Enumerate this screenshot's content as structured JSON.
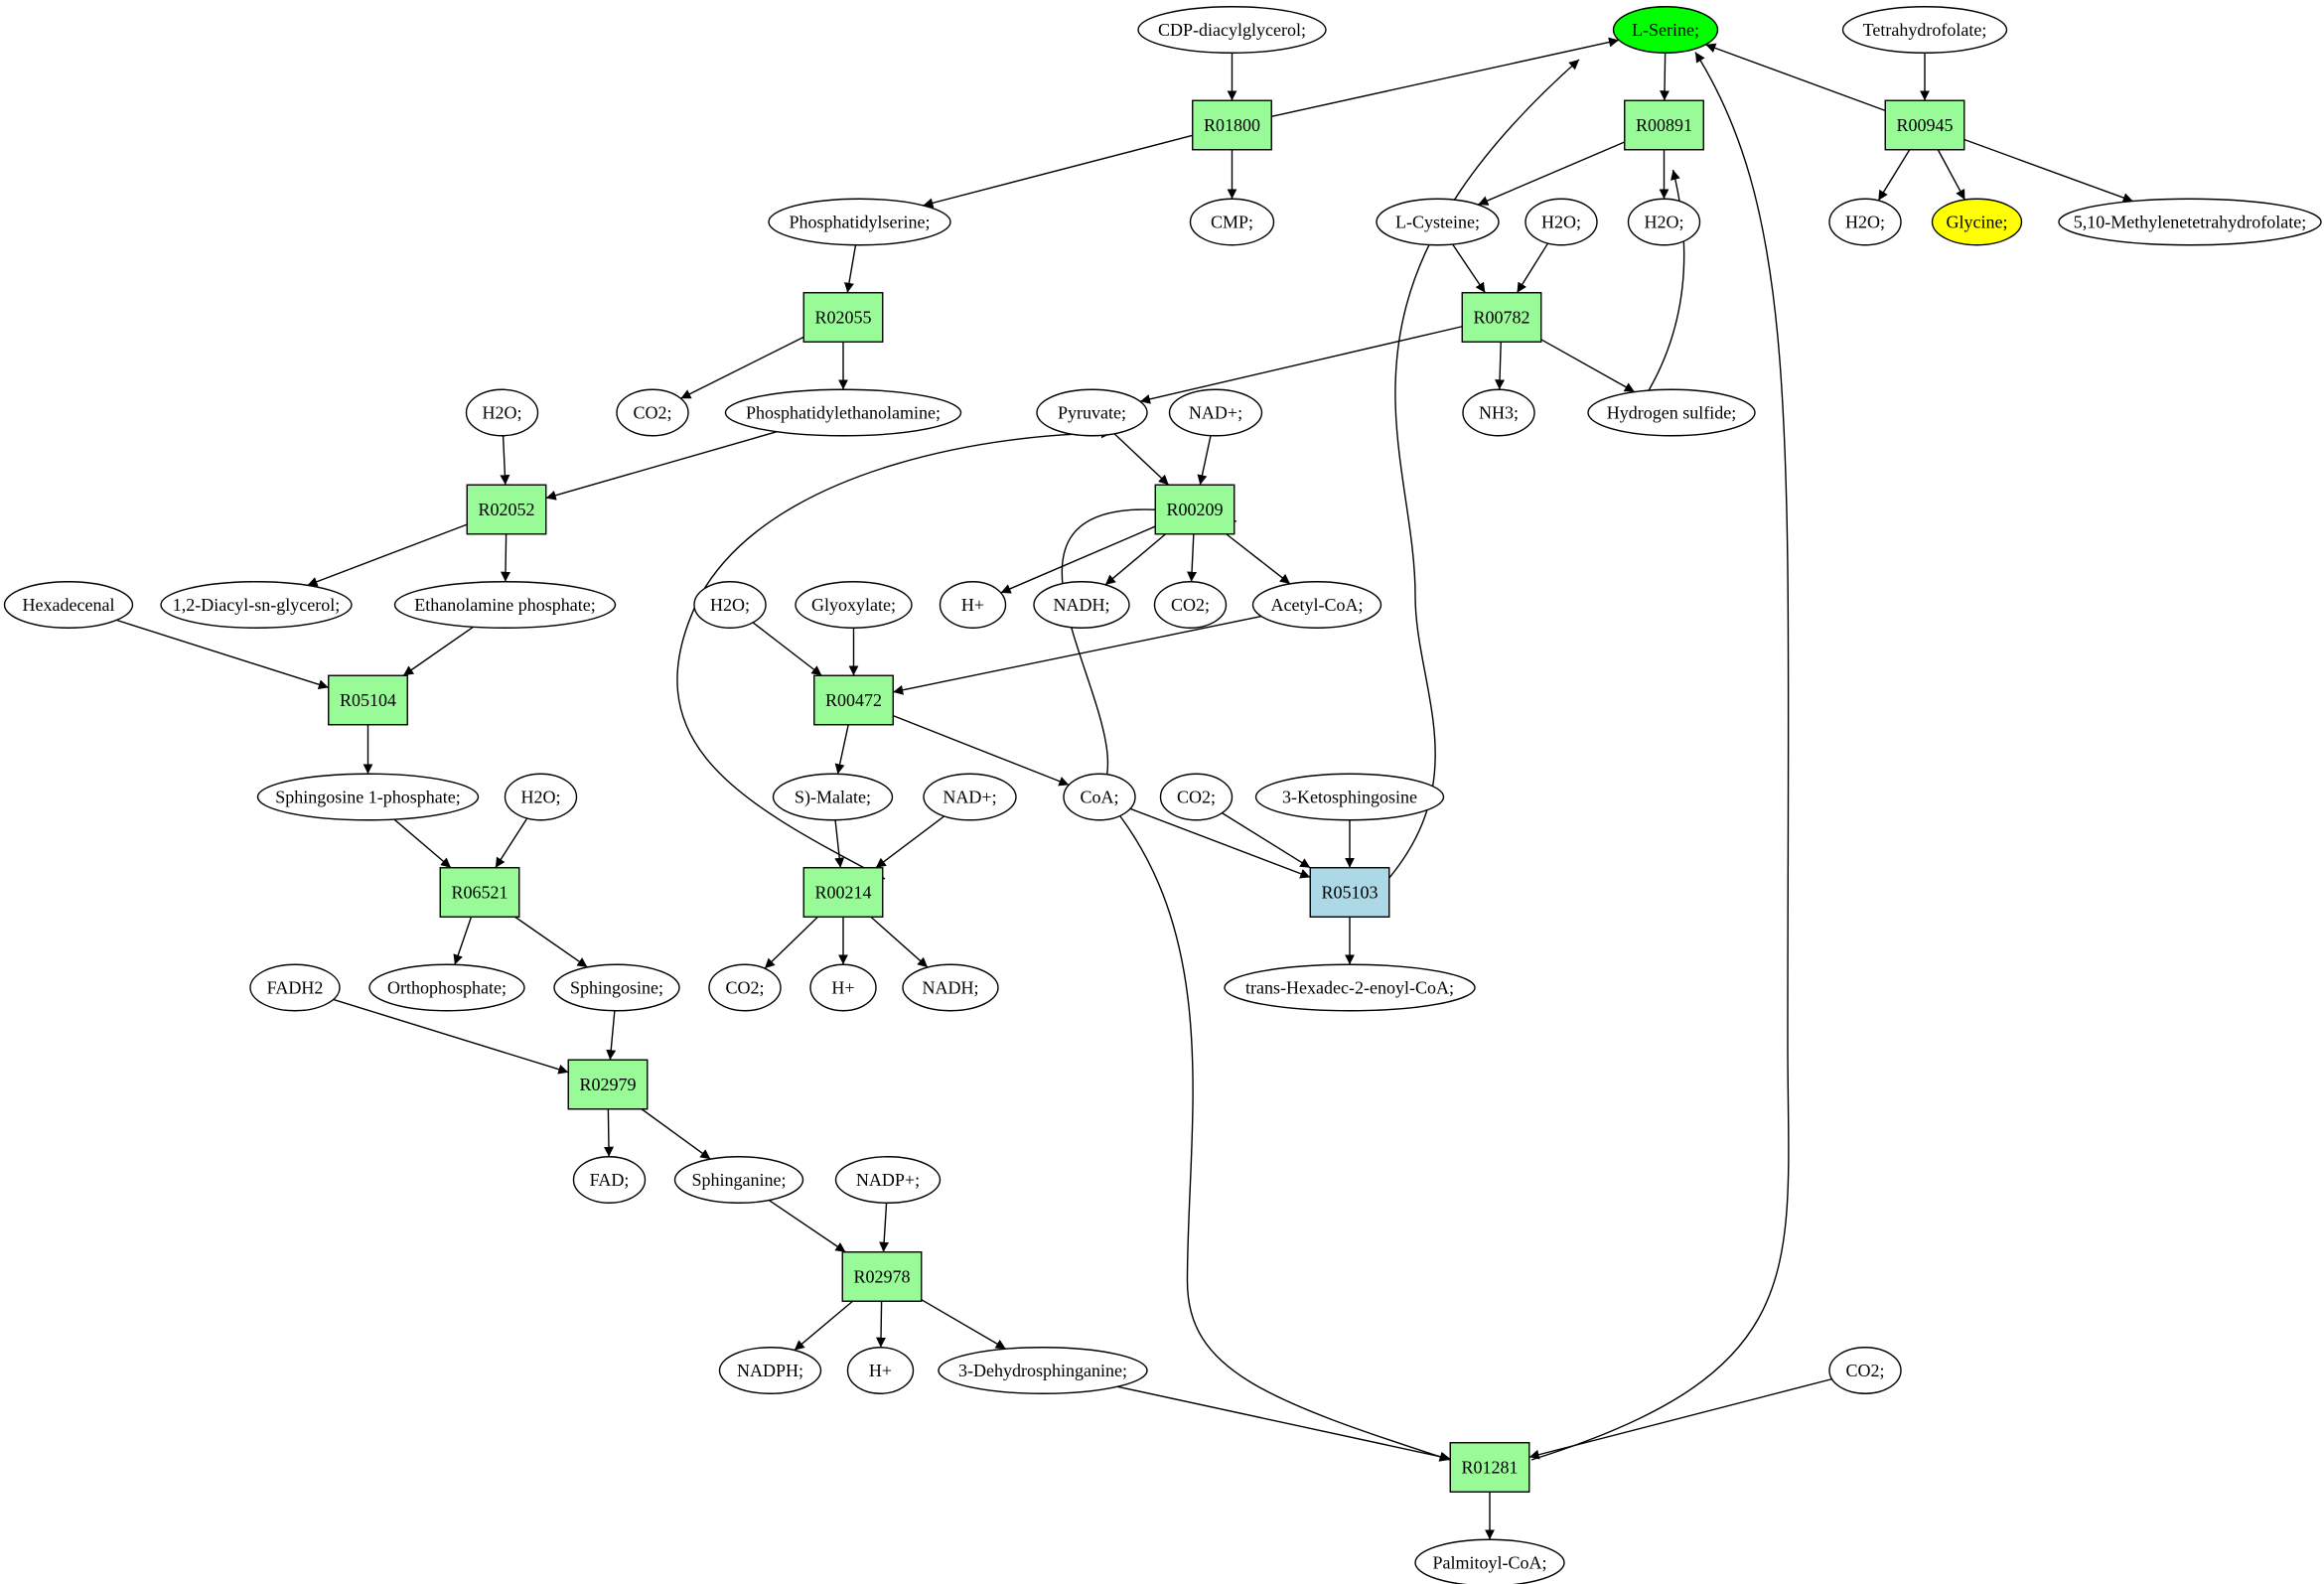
{
  "colors": {
    "reaction": "#98fb98",
    "reaction_highlight": "#add8e6",
    "source_compound": "#00ff00",
    "target_compound": "#ffff00",
    "compound": "#ffffff",
    "stroke": "#000000"
  },
  "reactions": [
    {
      "id": "R01800",
      "label": "R01800"
    },
    {
      "id": "R00891",
      "label": "R00891"
    },
    {
      "id": "R00945",
      "label": "R00945"
    },
    {
      "id": "R02055",
      "label": "R02055"
    },
    {
      "id": "R00782",
      "label": "R00782"
    },
    {
      "id": "R02052",
      "label": "R02052"
    },
    {
      "id": "R00209",
      "label": "R00209"
    },
    {
      "id": "R05104",
      "label": "R05104"
    },
    {
      "id": "R00472",
      "label": "R00472"
    },
    {
      "id": "R06521",
      "label": "R06521"
    },
    {
      "id": "R00214",
      "label": "R00214"
    },
    {
      "id": "R05103",
      "label": "R05103",
      "highlight": true
    },
    {
      "id": "R02979",
      "label": "R02979"
    },
    {
      "id": "R02978",
      "label": "R02978"
    },
    {
      "id": "R01281",
      "label": "R01281"
    }
  ],
  "compounds": [
    {
      "id": "cdp",
      "label": "CDP-diacylglycerol;"
    },
    {
      "id": "serine",
      "label": "L-Serine;",
      "role": "source"
    },
    {
      "id": "thf",
      "label": "Tetrahydrofolate;"
    },
    {
      "id": "ps",
      "label": "Phosphatidylserine;"
    },
    {
      "id": "cmp",
      "label": "CMP;"
    },
    {
      "id": "cys",
      "label": "L-Cysteine;"
    },
    {
      "id": "h2o_a",
      "label": "H2O;"
    },
    {
      "id": "h2o_b",
      "label": "H2O;"
    },
    {
      "id": "h2o_c",
      "label": "H2O;"
    },
    {
      "id": "gly",
      "label": "Glycine;",
      "role": "target"
    },
    {
      "id": "mthf",
      "label": "5,10-Methylenetetrahydrofolate;"
    },
    {
      "id": "h2o_d",
      "label": "H2O;"
    },
    {
      "id": "co2_a",
      "label": "CO2;"
    },
    {
      "id": "pe",
      "label": "Phosphatidylethanolamine;"
    },
    {
      "id": "pyr",
      "label": "Pyruvate;"
    },
    {
      "id": "nad_a",
      "label": "NAD+;"
    },
    {
      "id": "nh3",
      "label": "NH3;"
    },
    {
      "id": "h2s",
      "label": "Hydrogen sulfide;"
    },
    {
      "id": "hexa",
      "label": "Hexadecenal"
    },
    {
      "id": "dag",
      "label": "1,2-Diacyl-sn-glycerol;"
    },
    {
      "id": "etnp",
      "label": "Ethanolamine phosphate;"
    },
    {
      "id": "h2o_e",
      "label": "H2O;"
    },
    {
      "id": "glyox",
      "label": "Glyoxylate;"
    },
    {
      "id": "hplus_a",
      "label": "H+"
    },
    {
      "id": "nadh_a",
      "label": "NADH;"
    },
    {
      "id": "co2_b",
      "label": "CO2;"
    },
    {
      "id": "acoa",
      "label": "Acetyl-CoA;"
    },
    {
      "id": "s1p",
      "label": "Sphingosine 1-phosphate;"
    },
    {
      "id": "h2o_f",
      "label": "H2O;"
    },
    {
      "id": "mal",
      "label": "S)-Malate;"
    },
    {
      "id": "nad_b",
      "label": "NAD+;"
    },
    {
      "id": "coa",
      "label": "CoA;"
    },
    {
      "id": "co2_c",
      "label": "CO2;"
    },
    {
      "id": "keto",
      "label": "3-Ketosphingosine"
    },
    {
      "id": "fadh2",
      "label": "FADH2"
    },
    {
      "id": "pi",
      "label": "Orthophosphate;"
    },
    {
      "id": "sph",
      "label": "Sphingosine;"
    },
    {
      "id": "co2_d",
      "label": "CO2;"
    },
    {
      "id": "hplus_b",
      "label": "H+"
    },
    {
      "id": "nadh_b",
      "label": "NADH;"
    },
    {
      "id": "thc",
      "label": "trans-Hexadec-2-enoyl-CoA;"
    },
    {
      "id": "fad",
      "label": "FAD;"
    },
    {
      "id": "spn",
      "label": "Sphinganine;"
    },
    {
      "id": "nadp",
      "label": "NADP+;"
    },
    {
      "id": "nadph",
      "label": "NADPH;"
    },
    {
      "id": "hplus_c",
      "label": "H+"
    },
    {
      "id": "dhs",
      "label": "3-Dehydrosphinganine;"
    },
    {
      "id": "co2_e",
      "label": "CO2;"
    },
    {
      "id": "pcoa",
      "label": "Palmitoyl-CoA;"
    }
  ]
}
